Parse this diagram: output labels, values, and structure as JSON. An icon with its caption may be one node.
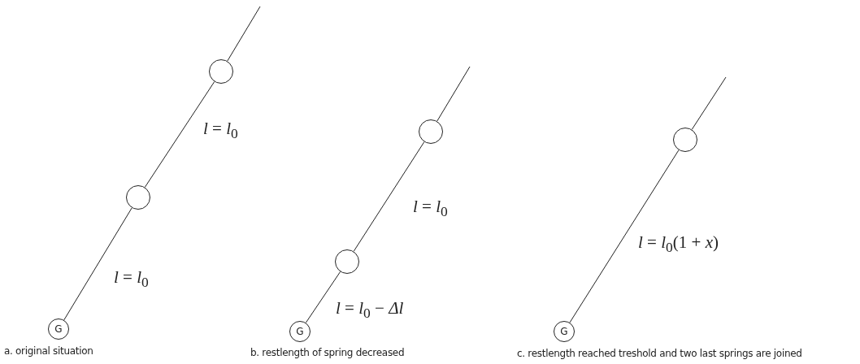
{
  "diagram": {
    "nodes": [
      {
        "text": [
          "G"
        ]
      },
      {
        "text": [],
        "shape": "circle"
      },
      {
        "text": [],
        "shape": "circle"
      },
      {
        "text": [
          "G"
        ]
      },
      {
        "text": [],
        "shape": "circle"
      },
      {
        "text": [],
        "shape": "circle"
      },
      {
        "text": [
          "G"
        ]
      },
      {
        "text": [],
        "shape": "circle"
      }
    ],
    "edges": [
      {
        "from": 0,
        "to": 1,
        "arrow": "none",
        "label": "*l* = *l*$_{0}$"
      },
      {
        "from": 1,
        "to": 2,
        "arrow": "none",
        "label": "*l* = *l*$_{0}$"
      },
      {
        "from": 2,
        "to": null,
        "arrow": "none"
      },
      {
        "from": 3,
        "to": 4,
        "arrow": "none",
        "label": "*l* = *l*$_{0}$ − *Δl*"
      },
      {
        "from": 4,
        "to": 5,
        "arrow": "none",
        "label": "*l* = *l*$_{0}$"
      },
      {
        "from": 5,
        "to": null,
        "arrow": "none"
      },
      {
        "from": 6,
        "to": 7,
        "arrow": "none",
        "label": "*l* = *l*$_{0}$(1 + *x*)"
      },
      {
        "from": 7,
        "to": null,
        "arrow": "none"
      }
    ],
    "labels": [
      "a. original situation",
      "b. restlength of spring decreased",
      "c. restlength reached treshold and two last springs are joined"
    ]
  }
}
